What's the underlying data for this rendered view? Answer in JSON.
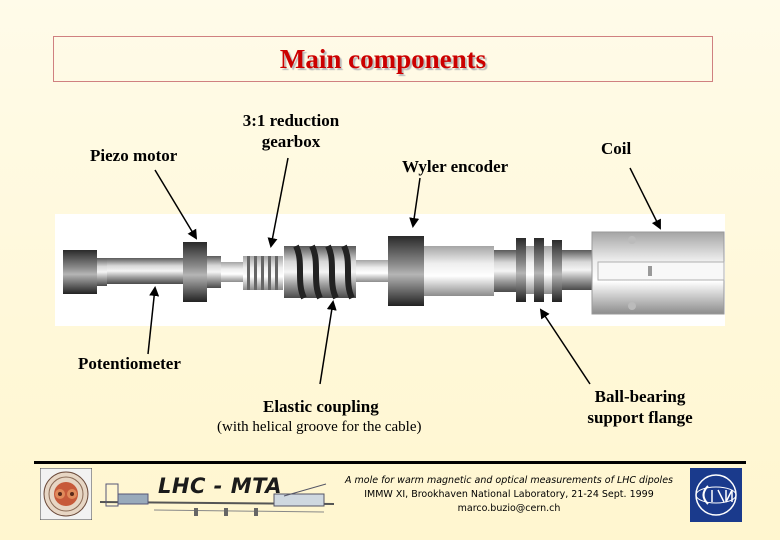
{
  "title": "Main components",
  "labels": {
    "piezo_motor": "Piezo motor",
    "gearbox_line1": "3:1 reduction",
    "gearbox_line2": "gearbox",
    "wyler_encoder": "Wyler encoder",
    "coil": "Coil",
    "potentiometer": "Potentiometer",
    "elastic_coupling": "Elastic coupling",
    "elastic_coupling_note": "(with helical groove for the cable)",
    "flange_line1": "Ball-bearing",
    "flange_line2": "support flange"
  },
  "footer": {
    "line1": "A mole for warm magnetic and optical measurements of LHC dipoles",
    "line2": "IMMW XI, Brookhaven National Laboratory, 21-24 Sept. 1999",
    "line3": "marco.buzio@cern.ch",
    "lhc_label": "LHC - MTA"
  },
  "colors": {
    "title": "#cc0000",
    "background": "#fff8d9",
    "cern_blue": "#1a3a8c"
  }
}
